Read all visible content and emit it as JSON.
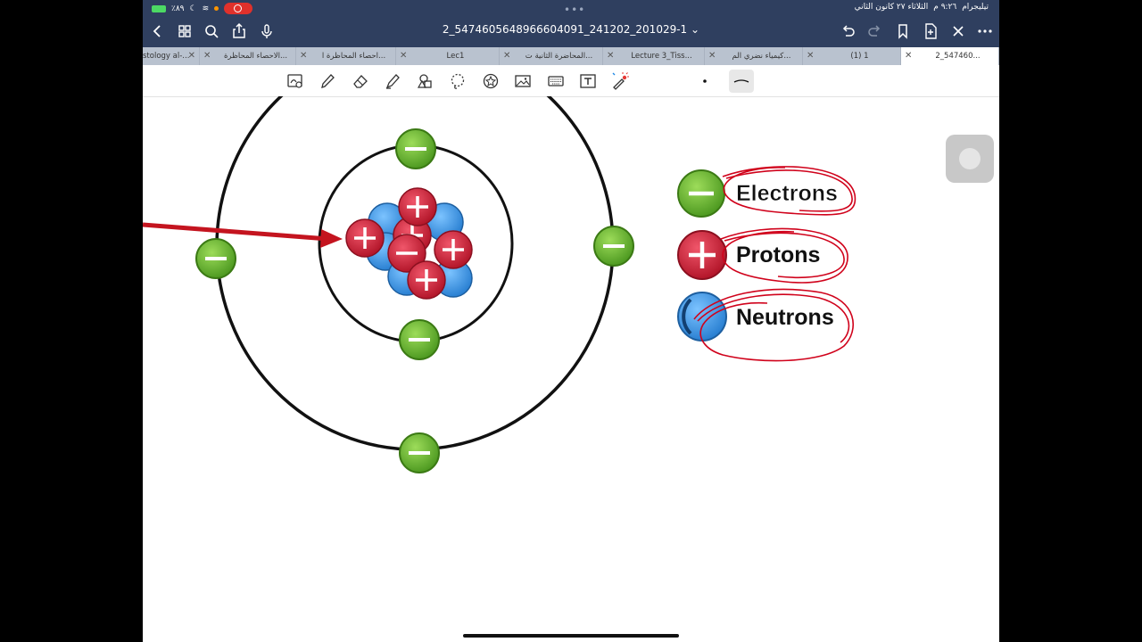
{
  "status_bar": {
    "battery": "٪٨٩",
    "datetime": "الثلاثاء ٢٧ كانون الثاني",
    "time": "٩:٢٦ م",
    "app": "تيليجرام"
  },
  "title_bar": {
    "document_title": "2_5474605648966604091_241202_201029-1"
  },
  "tabs": [
    {
      "label": "stology al-..."
    },
    {
      "label": "الاحصاء المحاظرة..."
    },
    {
      "label": "احصاء المحاظرة ا..."
    },
    {
      "label": "Lec1"
    },
    {
      "label": "المحاضرة الثانية ت..."
    },
    {
      "label": "Lecture 3_Tiss..."
    },
    {
      "label": "كيمياء نضري الم..."
    },
    {
      "label": "(1) 1"
    },
    {
      "label": "2_547460..."
    }
  ],
  "legend": {
    "electrons": "Electrons",
    "protons": "Protons",
    "neutrons": "Neutrons"
  },
  "colors": {
    "electron": "#6db33f",
    "proton": "#d8283c",
    "neutron": "#3f9ee8",
    "annotation": "#d0021b",
    "header": "#2f3f5f"
  }
}
